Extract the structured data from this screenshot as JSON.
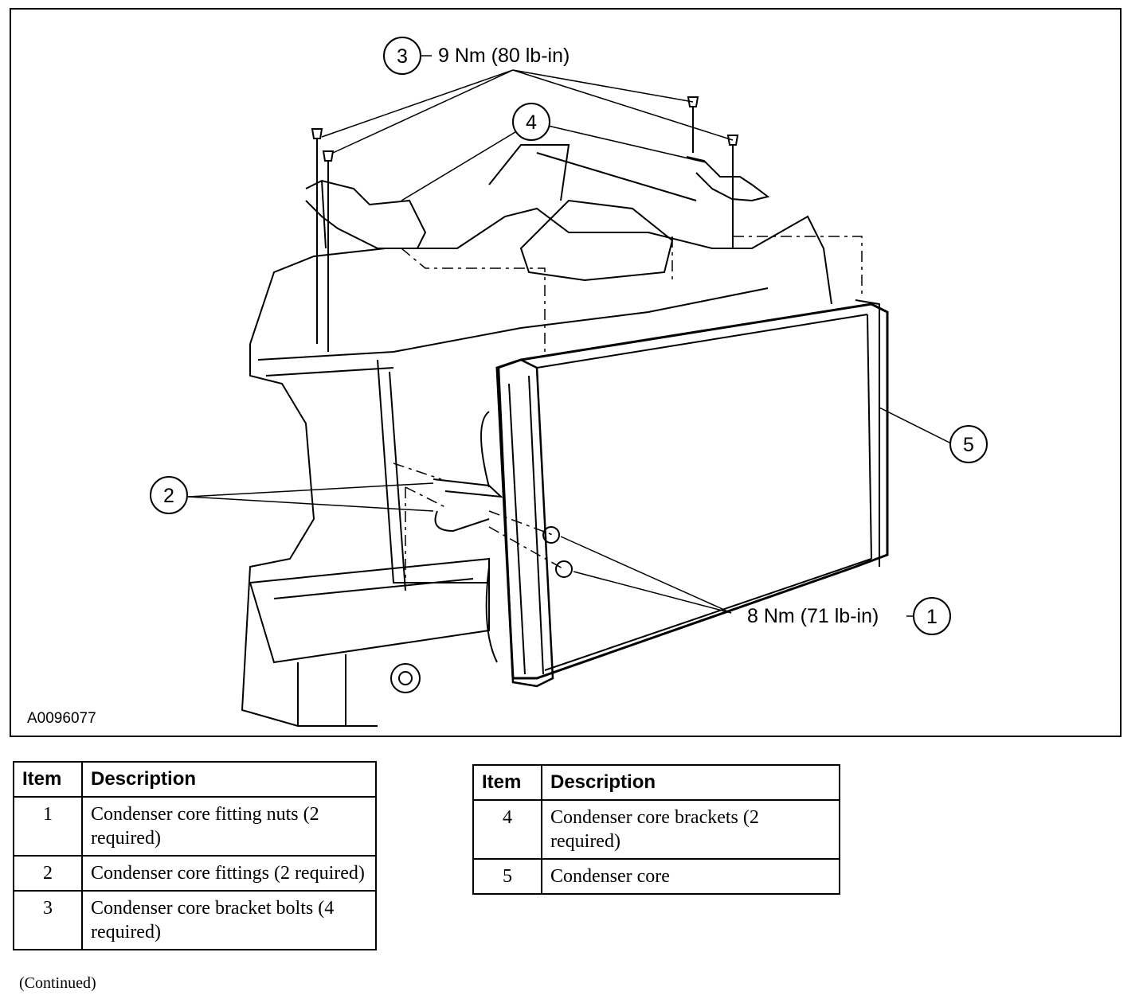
{
  "figure": {
    "id": "A0096077",
    "callouts": [
      {
        "num": "3",
        "text": "9 Nm (80 lb-in)"
      },
      {
        "num": "4",
        "text": ""
      },
      {
        "num": "5",
        "text": ""
      },
      {
        "num": "2",
        "text": ""
      },
      {
        "num": "1",
        "text": "8 Nm (71 lb-in)"
      }
    ]
  },
  "tables": {
    "header_item": "Item",
    "header_desc": "Description",
    "left": [
      {
        "item": "1",
        "desc": "Condenser core fitting nuts (2 required)"
      },
      {
        "item": "2",
        "desc": "Condenser core fittings (2 required)"
      },
      {
        "item": "3",
        "desc": "Condenser core bracket bolts (4 required)"
      }
    ],
    "right": [
      {
        "item": "4",
        "desc": "Condenser core brackets (2 required)"
      },
      {
        "item": "5",
        "desc": "Condenser core"
      }
    ]
  },
  "footer": {
    "continued": "(Continued)"
  }
}
